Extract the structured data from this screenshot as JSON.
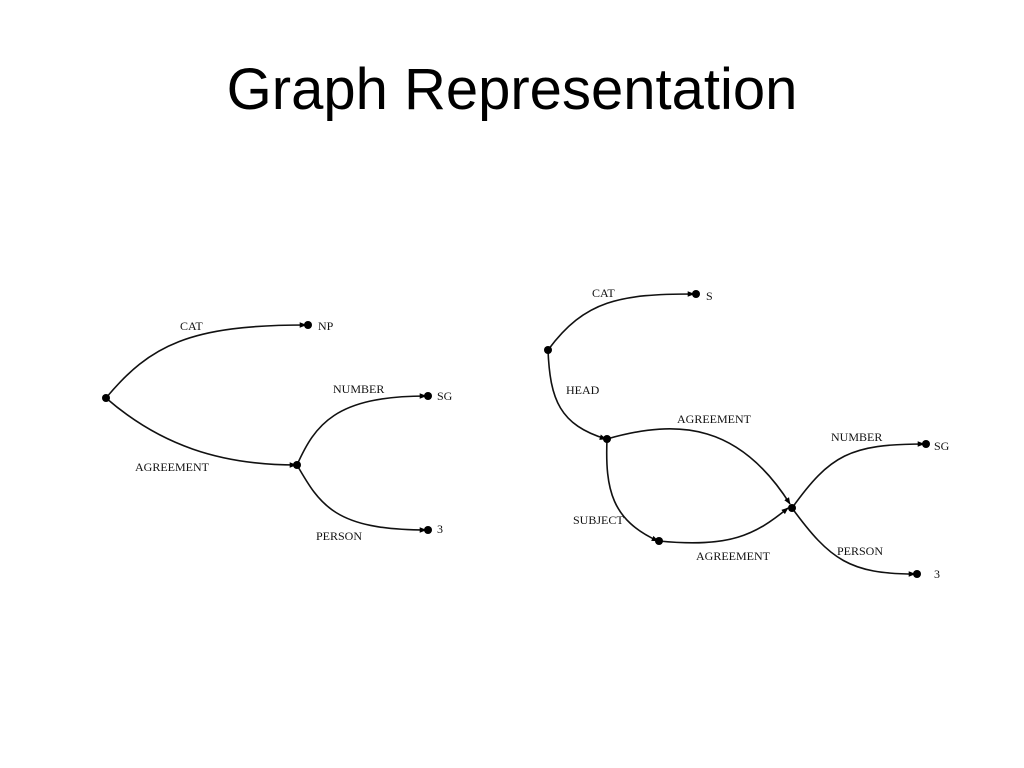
{
  "slide": {
    "title": "Graph Representation"
  },
  "graph_left": {
    "cat_label": "CAT",
    "cat_value": "NP",
    "agreement_label": "AGREEMENT",
    "number_label": "NUMBER",
    "number_value": "SG",
    "person_label": "PERSON",
    "person_value": "3"
  },
  "graph_right": {
    "cat_label": "CAT",
    "cat_value": "S",
    "head_label": "HEAD",
    "agreement_top_label": "AGREEMENT",
    "subject_label": "SUBJECT",
    "agreement_bottom_label": "AGREEMENT",
    "number_label": "NUMBER",
    "number_value": "SG",
    "person_label": "PERSON",
    "person_value": "3"
  }
}
